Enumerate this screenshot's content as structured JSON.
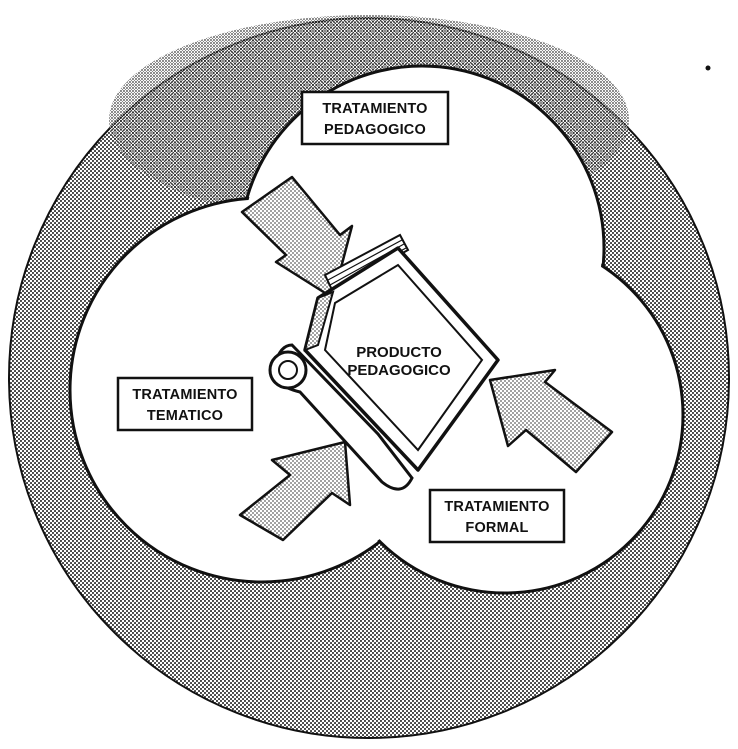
{
  "center": {
    "line1": "PRODUCTO",
    "line2": "PEDAGOGICO"
  },
  "labels": {
    "pedagogico": {
      "line1": "TRATAMIENTO",
      "line2": "PEDAGOGICO"
    },
    "tematico": {
      "line1": "TRATAMIENTO",
      "line2": "TEMATICO"
    },
    "formal": {
      "line1": "TRATAMIENTO",
      "line2": "FORMAL"
    }
  },
  "colors": {
    "ink": "#111111",
    "stipple_dark": "#3a3a3a",
    "paper": "#ffffff"
  }
}
